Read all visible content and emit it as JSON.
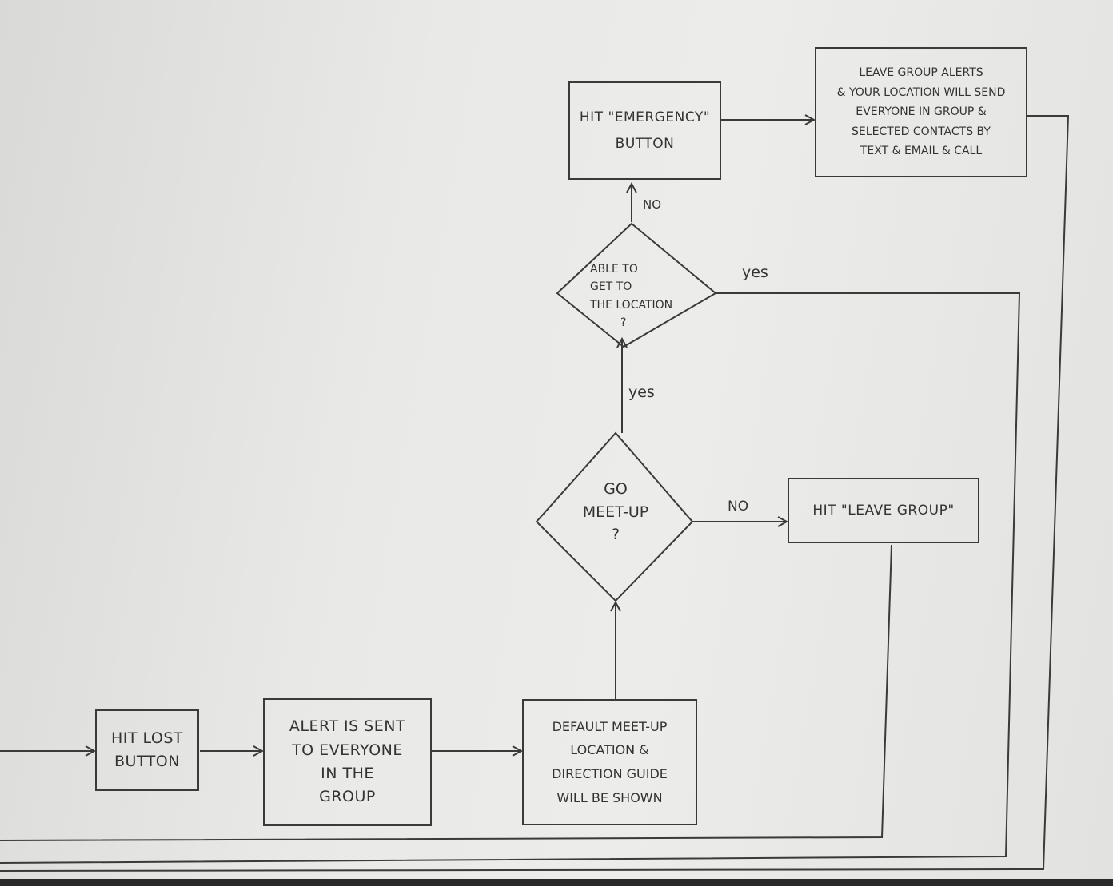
{
  "nodes": {
    "hit_lost": [
      "HIT LOST",
      "BUTTON"
    ],
    "alert_sent": [
      "ALERT IS SENT",
      "TO EVERYONE",
      "IN THE",
      "GROUP"
    ],
    "default_meetup": [
      "DEFAULT MEET-UP",
      "LOCATION &",
      "DIRECTION GUIDE",
      "WILL BE SHOWN"
    ],
    "go_meetup": [
      "GO",
      "MEET-UP",
      "?"
    ],
    "hit_leave_group": "HIT \"LEAVE GROUP\"",
    "able_to_get": [
      "ABLE TO",
      "GET TO",
      "THE LOCATION",
      "?"
    ],
    "hit_emergency": [
      "HIT \"EMERGENCY\"",
      "BUTTON"
    ],
    "leave_group_alerts": [
      "LEAVE GROUP ALERTS",
      "& YOUR LOCATION WILL SEND",
      "EVERYONE IN GROUP &",
      "SELECTED CONTACTS BY",
      "TEXT & EMAIL & CALL"
    ]
  },
  "edge_labels": {
    "meetup_no": "NO",
    "meetup_yes": "yes",
    "able_no": "NO",
    "able_yes": "yes"
  }
}
